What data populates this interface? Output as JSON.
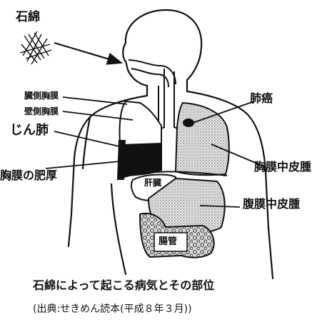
{
  "labels": {
    "asbestos": "石綿",
    "visceral_pleura": "臓側胸膜",
    "parietal_pleura": "壁側胸膜",
    "pneumoconiosis": "じん肺",
    "pleural_thickening": "胸膜の肥厚",
    "lung_cancer": "肺癌",
    "liver": "肝臓",
    "pleural_mesothelioma": "胸膜中皮腫",
    "peritoneal_mesothelioma": "腹膜中皮腫",
    "intestine": "腸管"
  },
  "caption": {
    "title": "石綿によって起こる病気とその部位",
    "source": "(出典:せきめん読本(平成８年３月))"
  }
}
